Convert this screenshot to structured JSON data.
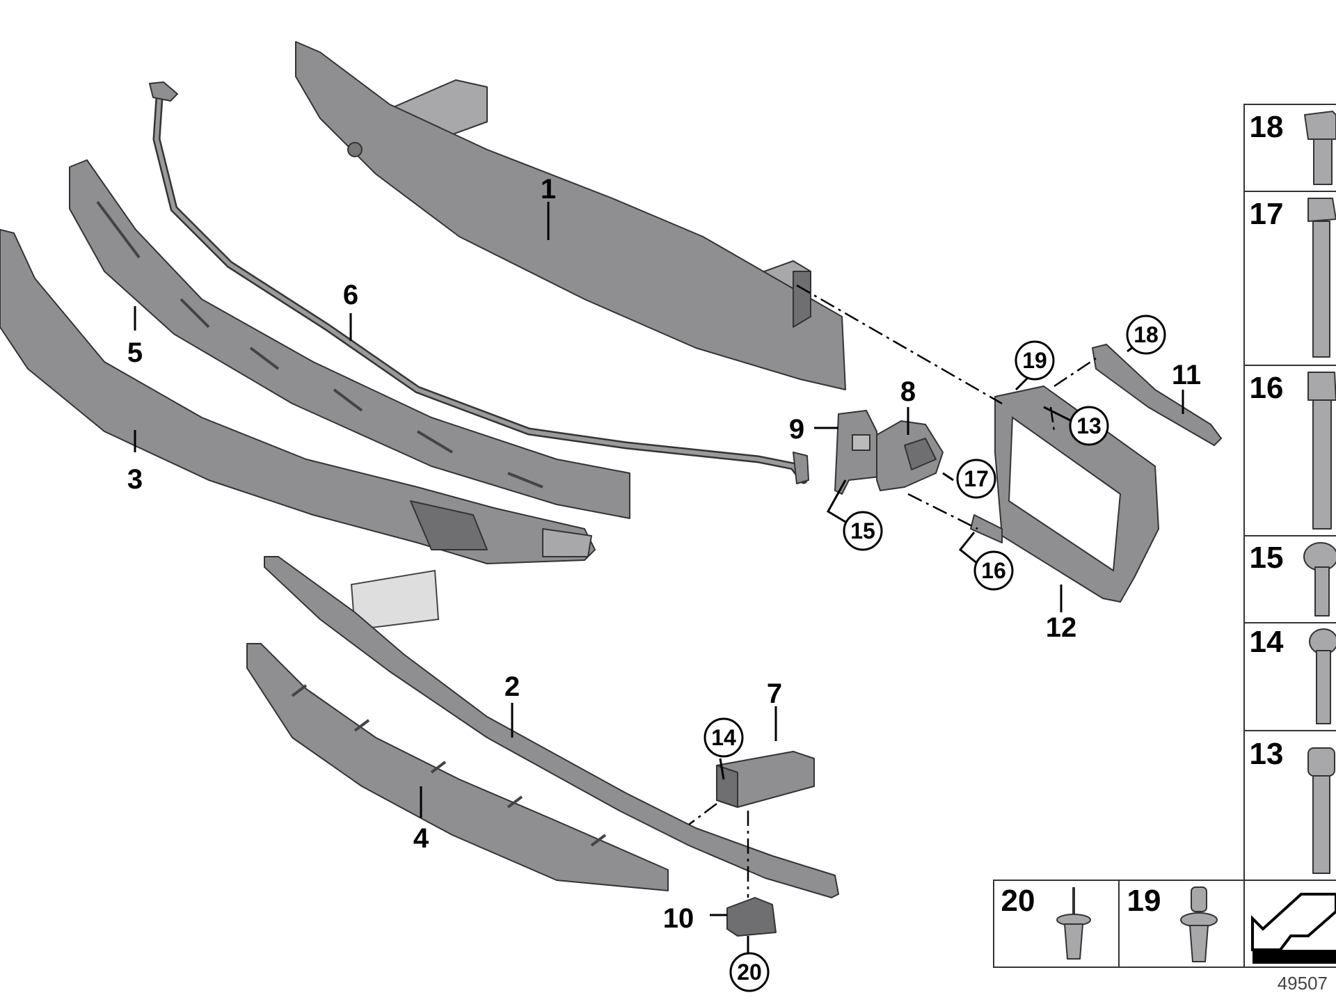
{
  "callouts": {
    "c1": "1",
    "c2": "2",
    "c3": "3",
    "c4": "4",
    "c5": "5",
    "c6": "6",
    "c7": "7",
    "c8": "8",
    "c9": "9",
    "c10": "10",
    "c11": "11",
    "c12": "12",
    "c13": "13",
    "c14": "14",
    "c15": "15",
    "c16": "16",
    "c17": "17",
    "c18": "18",
    "c19": "19",
    "c20": "20"
  },
  "parts_table": {
    "p18": "18",
    "p17": "17",
    "p16": "16",
    "p15": "15",
    "p14": "14",
    "p13": "13",
    "p20": "20",
    "p19": "19"
  },
  "document_id": "49507"
}
